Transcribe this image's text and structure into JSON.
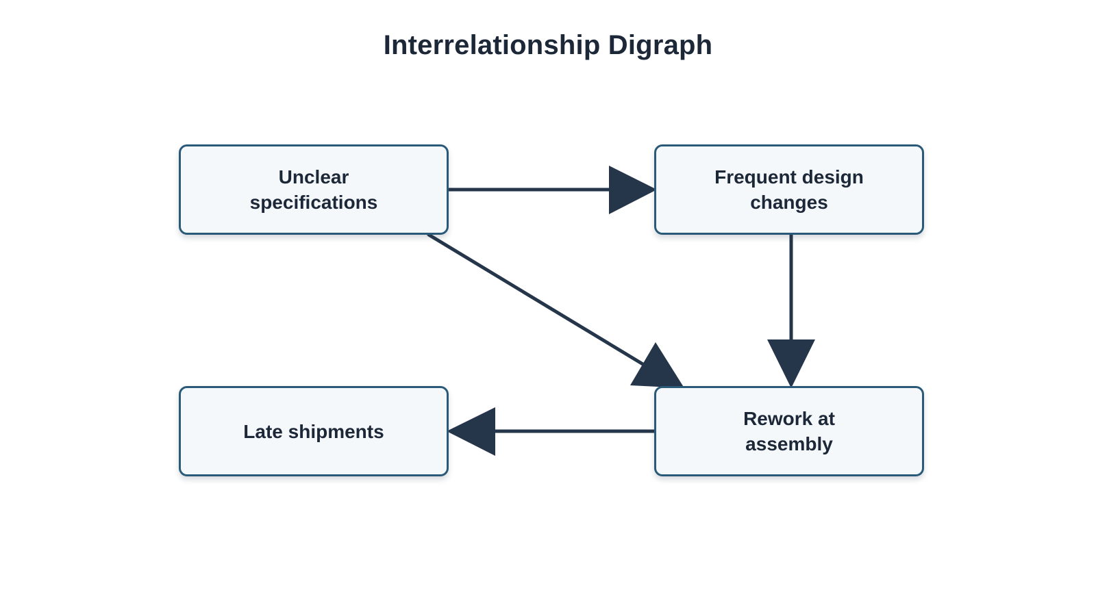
{
  "diagram": {
    "title": "Interrelationship Digraph",
    "nodes": [
      {
        "id": "unclear",
        "label": "Unclear specifications"
      },
      {
        "id": "frequent",
        "label": "Frequent design changes"
      },
      {
        "id": "late",
        "label": "Late shipments"
      },
      {
        "id": "rework",
        "label": "Rework at assembly"
      }
    ],
    "edges": [
      {
        "from": "unclear",
        "to": "frequent"
      },
      {
        "from": "unclear",
        "to": "rework"
      },
      {
        "from": "frequent",
        "to": "rework"
      },
      {
        "from": "rework",
        "to": "late"
      }
    ],
    "colors": {
      "node_fill": "#f4f8fb",
      "node_border": "#2a5a78",
      "edge": "#26364a",
      "text": "#1c2738"
    }
  }
}
